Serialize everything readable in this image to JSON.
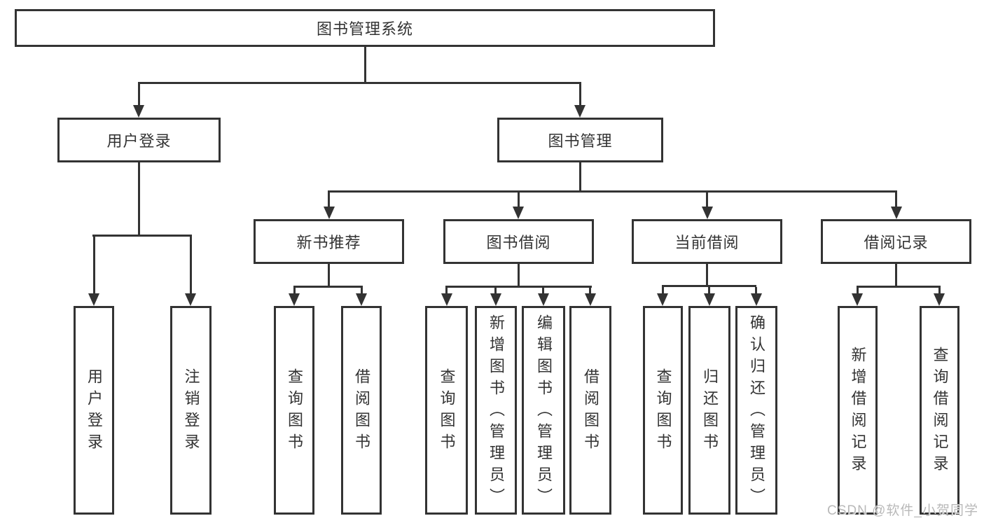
{
  "diagram": {
    "title": "图书管理系统",
    "branches": [
      {
        "label": "用户登录",
        "children": [
          {
            "label": "用户登录"
          },
          {
            "label": "注销登录"
          }
        ]
      },
      {
        "label": "图书管理",
        "children": [
          {
            "label": "新书推荐",
            "children": [
              {
                "label": "查询图书"
              },
              {
                "label": "借阅图书"
              }
            ]
          },
          {
            "label": "图书借阅",
            "children": [
              {
                "label": "查询图书"
              },
              {
                "label": "新增图书（管理员）"
              },
              {
                "label": "编辑图书（管理员）"
              },
              {
                "label": "借阅图书"
              }
            ]
          },
          {
            "label": "当前借阅",
            "children": [
              {
                "label": "查询图书"
              },
              {
                "label": "归还图书"
              },
              {
                "label": "确认归还（管理员）"
              }
            ]
          },
          {
            "label": "借阅记录",
            "children": [
              {
                "label": "新增借阅记录"
              },
              {
                "label": "查询借阅记录"
              }
            ]
          }
        ]
      }
    ]
  },
  "watermark": {
    "text": "CSDN @软件_小贺同学"
  },
  "colors": {
    "line": "#333333",
    "box_border": "#333333",
    "box_background": "#ffffff",
    "text": "#333333",
    "watermark": "#b9b9b9",
    "background": "#ffffff"
  }
}
